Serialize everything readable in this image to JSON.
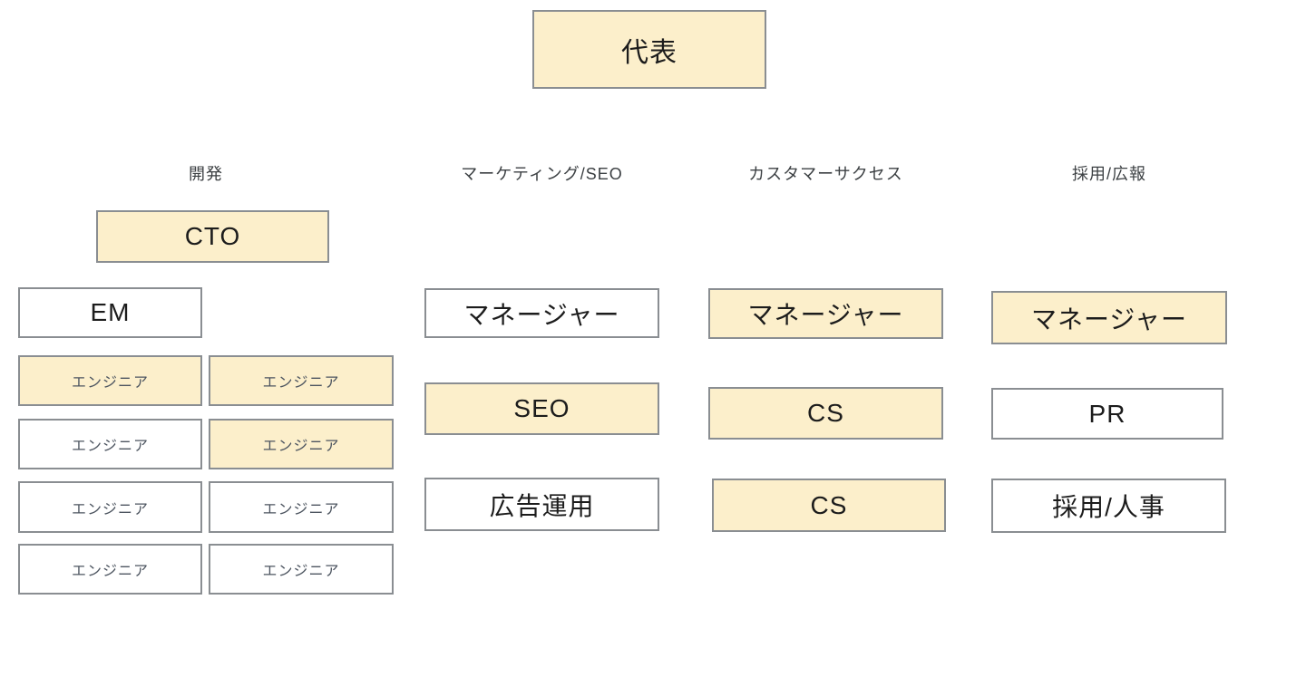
{
  "org_chart": {
    "root": {
      "label": "代表"
    },
    "column_headers": {
      "development": "開発",
      "marketing": "マーケティング/SEO",
      "customer_success": "カスタマーサクセス",
      "recruiting": "採用/広報"
    },
    "development": {
      "cto": "CTO",
      "em": "EM",
      "engineers": [
        "エンジニア",
        "エンジニア",
        "エンジニア",
        "エンジニア",
        "エンジニア",
        "エンジニア",
        "エンジニア",
        "エンジニア"
      ]
    },
    "marketing": {
      "manager": "マネージャー",
      "seo": "SEO",
      "ad_ops": "広告運用"
    },
    "customer_success": {
      "manager": "マネージャー",
      "cs_1": "CS",
      "cs_2": "CS"
    },
    "recruiting": {
      "manager": "マネージャー",
      "pr": "PR",
      "hr": "採用/人事"
    }
  },
  "colors": {
    "page_background": "#ffffff",
    "box_fill_highlight": "#fcefcb",
    "box_fill_plain": "#ffffff",
    "box_border": "#8a8e92",
    "text_primary": "#1c1c1c",
    "text_header": "#3c4043",
    "text_engineer": "#4d5560"
  }
}
